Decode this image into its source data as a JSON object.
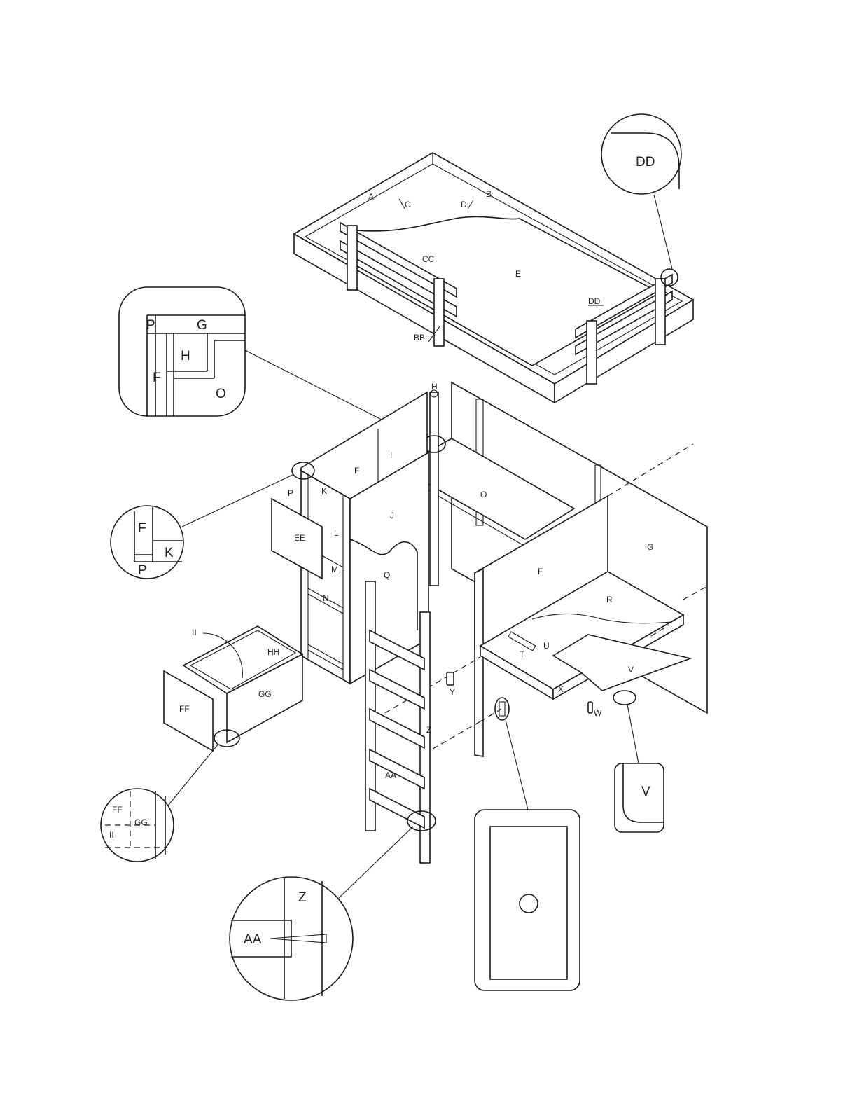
{
  "labels": {
    "A": "A",
    "B": "B",
    "C": "C",
    "D": "D",
    "E": "E",
    "F": "F",
    "G": "G",
    "H": "H",
    "I": "I",
    "J": "J",
    "K": "K",
    "L": "L",
    "M": "M",
    "N": "N",
    "O": "O",
    "P": "P",
    "Q": "Q",
    "R": "R",
    "T": "T",
    "U": "U",
    "V": "V",
    "W": "W",
    "X": "X",
    "Y": "Y",
    "Z": "Z",
    "AA": "AA",
    "BB": "BB",
    "CC": "CC",
    "DD": "DD",
    "EE": "EE",
    "FF": "FF",
    "GG": "GG",
    "HH": "HH",
    "II": "II"
  }
}
